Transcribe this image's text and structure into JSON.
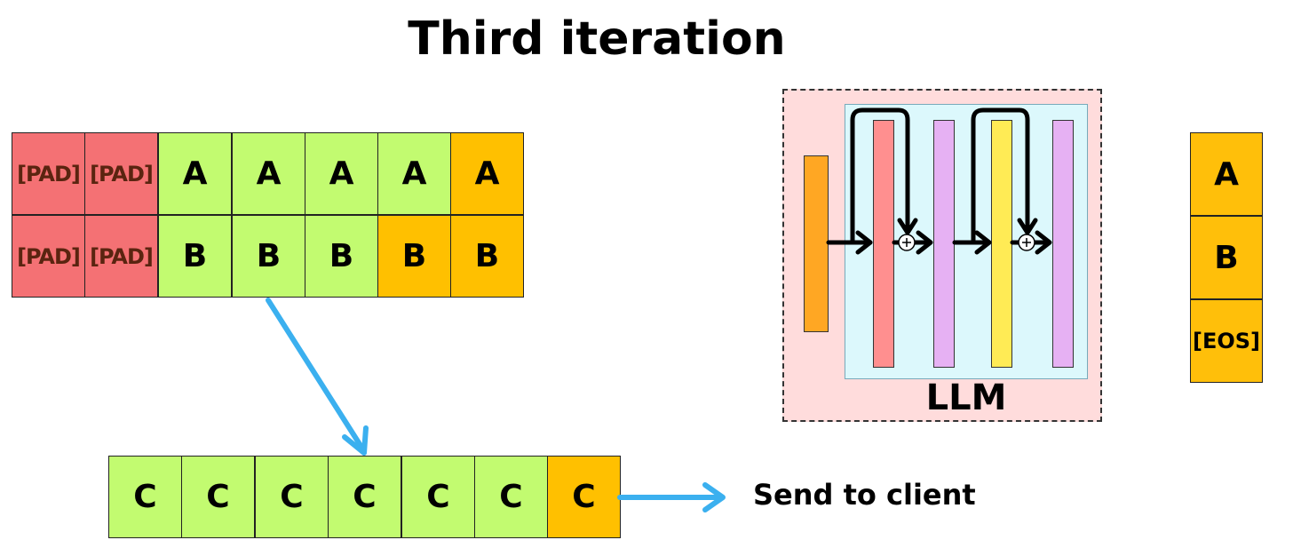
{
  "title": "Third iteration",
  "input_batch": {
    "row_a": [
      "[PAD]",
      "[PAD]",
      "A",
      "A",
      "A",
      "A",
      "A"
    ],
    "row_b": [
      "[PAD]",
      "[PAD]",
      "B",
      "B",
      "B",
      "B",
      "B"
    ]
  },
  "output_row": [
    "C",
    "C",
    "C",
    "C",
    "C",
    "C",
    "C"
  ],
  "llm_label": "LLM",
  "next_tokens": [
    "A",
    "B",
    "[EOS]"
  ],
  "send_label": "Send to client",
  "colors": {
    "pad": "#f47174",
    "processed": "#c2fb70",
    "new_token": "#ffc000",
    "llm_outer": "#ffdcdc",
    "llm_inner": "#dcf8fc",
    "arrow_blue": "#3bb0ef"
  }
}
